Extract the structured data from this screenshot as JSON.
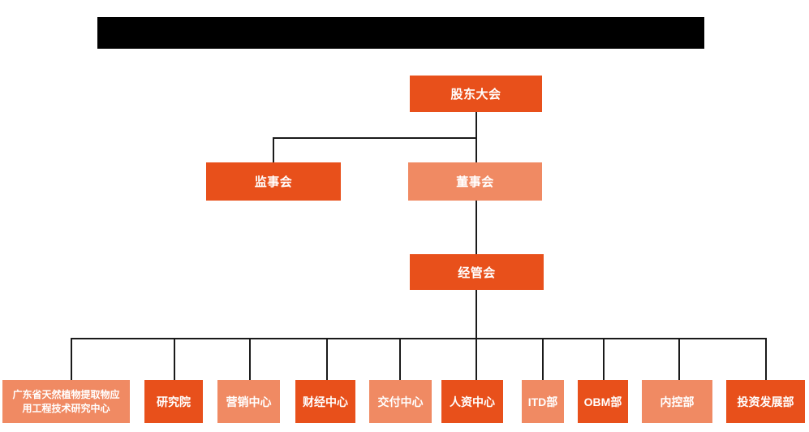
{
  "colors": {
    "primary": "#E8501B",
    "secondary": "#F08A63",
    "line": "#1A1A1A",
    "redactedBar": "#000000",
    "node_text": "#FFFFFF",
    "background": "#FFFFFF"
  },
  "org_chart": {
    "type": "organization-chart",
    "root": {
      "label": "股东大会",
      "tone": "primary"
    },
    "supervisory_board": {
      "label": "监事会",
      "tone": "primary"
    },
    "board_of_directors": {
      "label": "董事会",
      "tone": "secondary"
    },
    "management_committee": {
      "label": "经管会",
      "tone": "primary"
    },
    "departments": [
      {
        "label": "广东省天然植物提取物应用工程技术研究中心",
        "lines": [
          "广东省天然植物提取物应",
          "用工程技术研究中心"
        ],
        "tone": "secondary"
      },
      {
        "label": "研究院",
        "tone": "primary"
      },
      {
        "label": "营销中心",
        "tone": "secondary"
      },
      {
        "label": "财经中心",
        "tone": "primary"
      },
      {
        "label": "交付中心",
        "tone": "secondary"
      },
      {
        "label": "人资中心",
        "tone": "primary"
      },
      {
        "label": "ITD部",
        "tone": "secondary"
      },
      {
        "label": "OBM部",
        "tone": "primary"
      },
      {
        "label": "内控部",
        "tone": "secondary"
      },
      {
        "label": "投资发展部",
        "tone": "primary"
      }
    ]
  }
}
